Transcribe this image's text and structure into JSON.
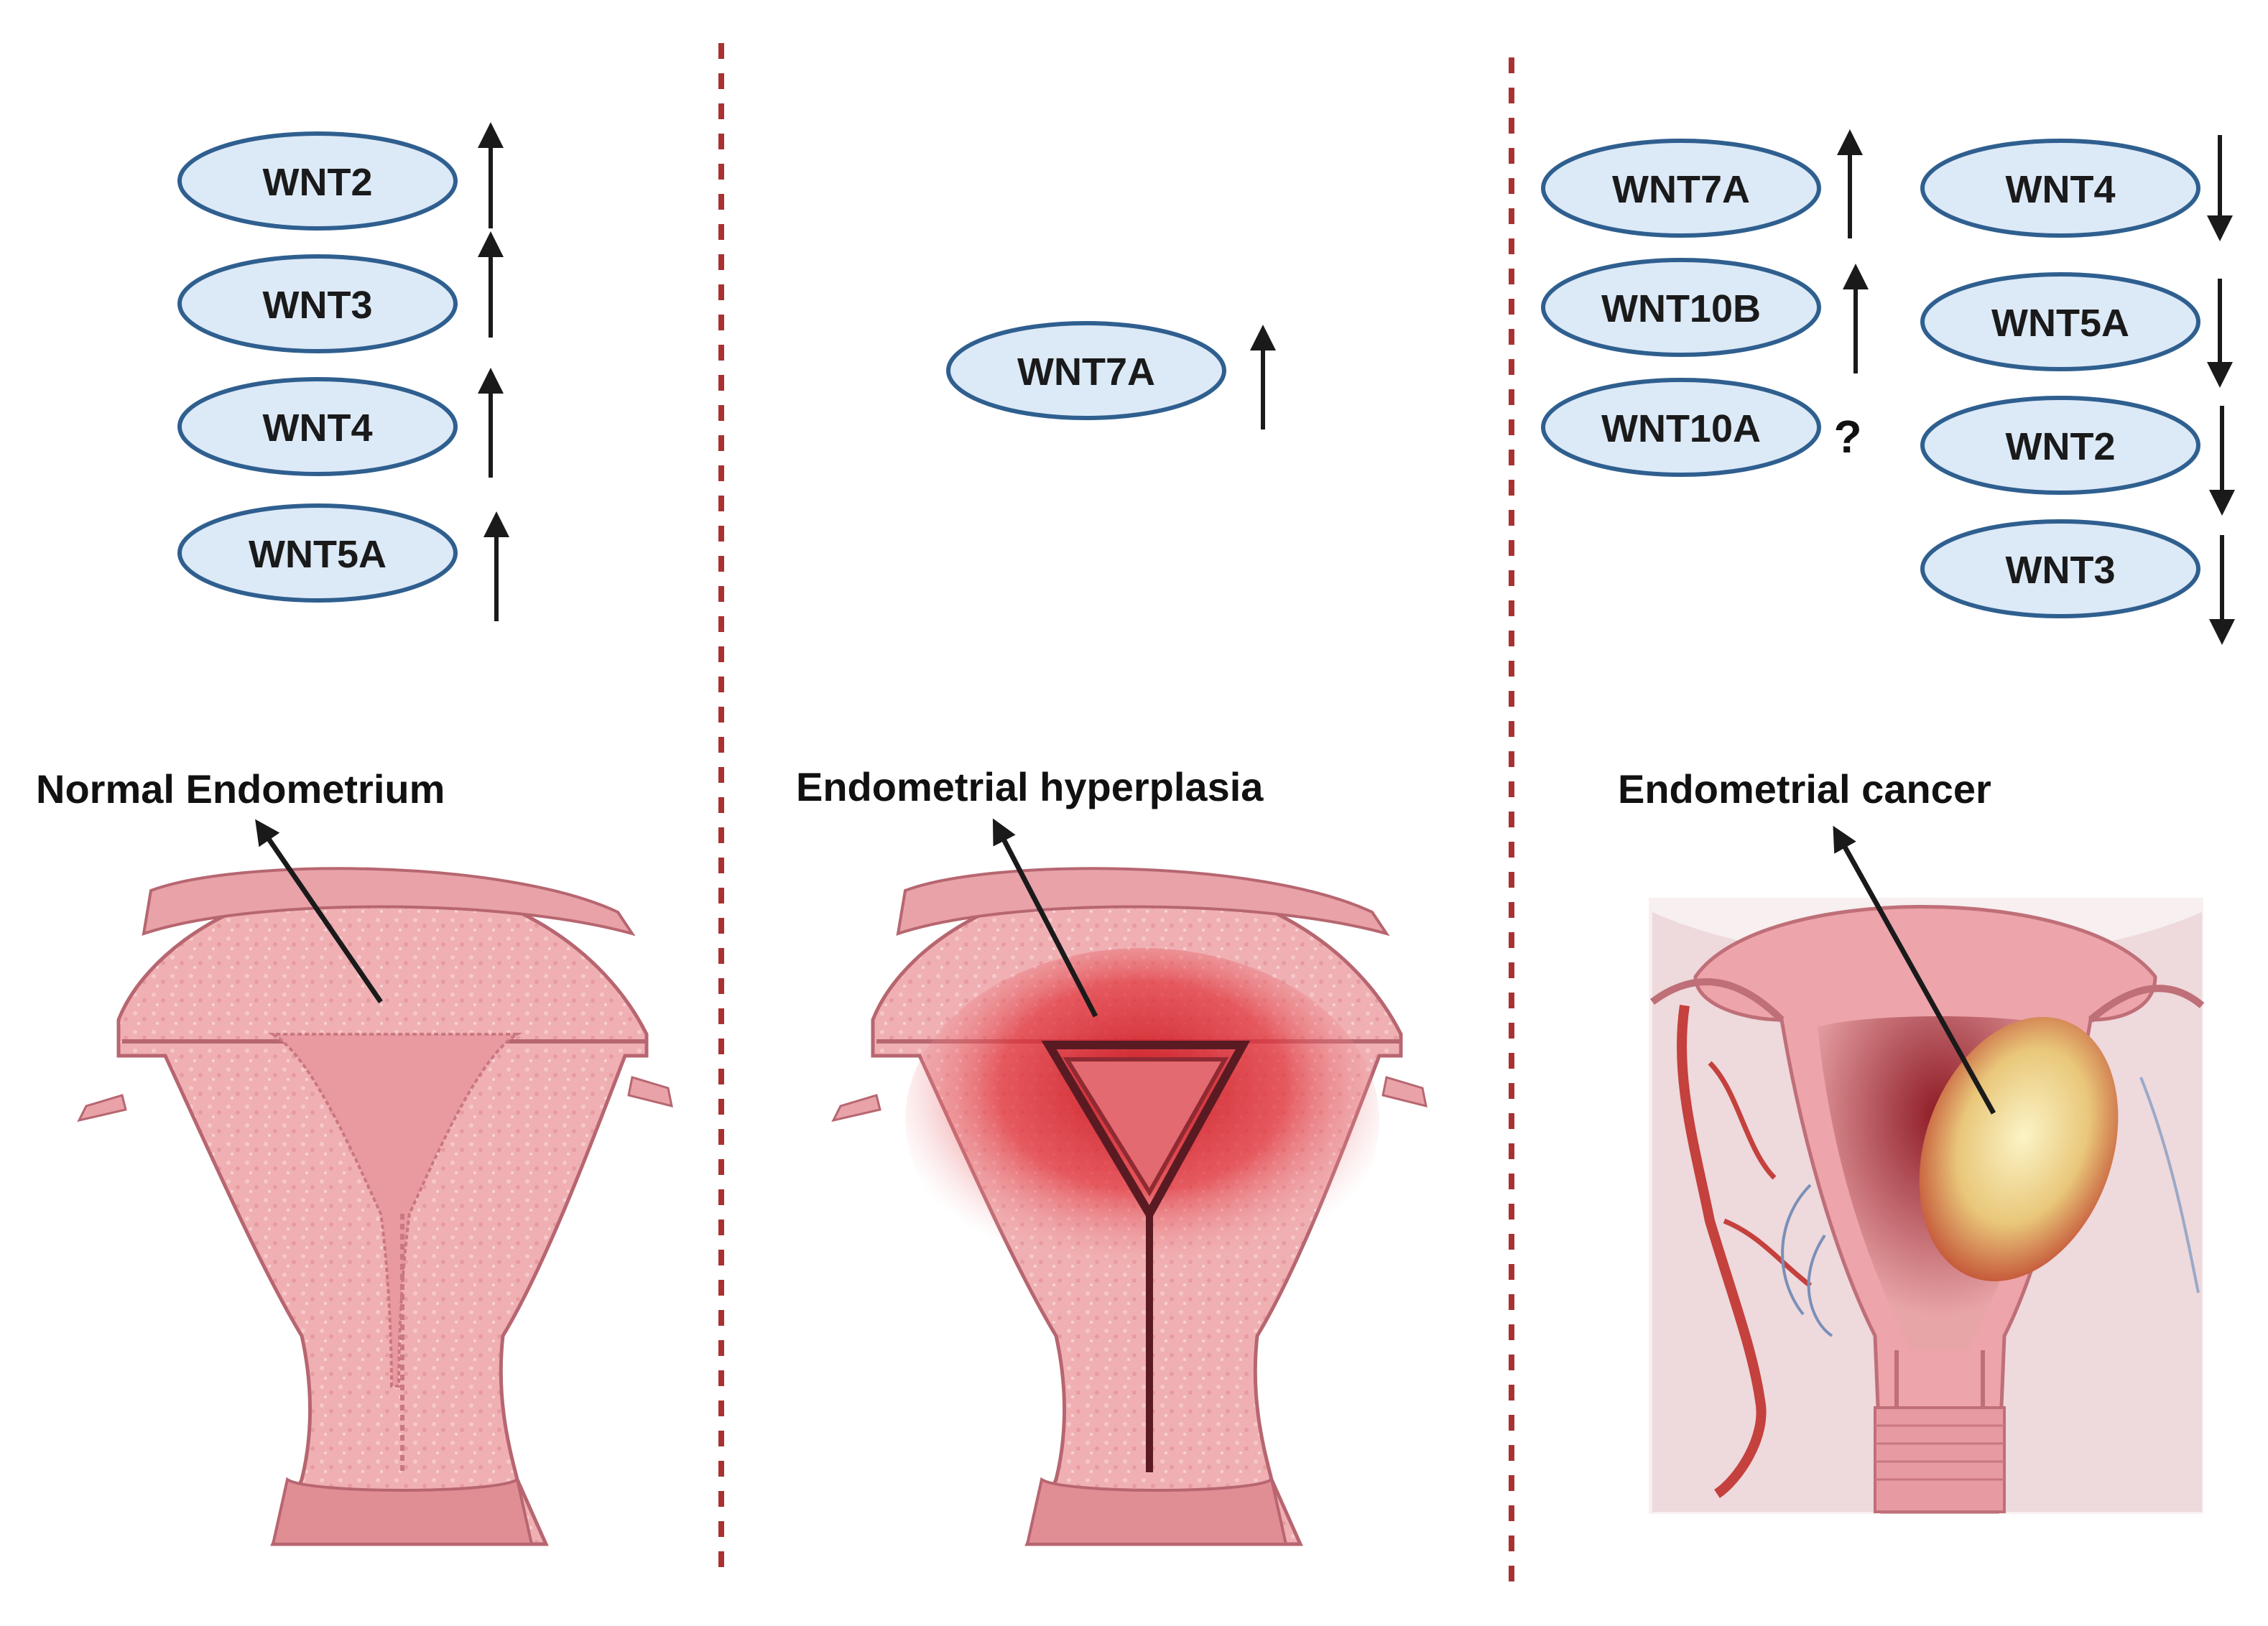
{
  "colors": {
    "pill_fill": "#dce9f7",
    "pill_stroke": "#2f5f8f",
    "divider": "#a83232",
    "tissue_light": "#f2b7b9",
    "tissue_mid": "#e79a9f",
    "tissue_dark": "#c9737d",
    "hyperplasia_red": "#d9222b",
    "tumor_yellow": "#f3e7a0",
    "vessel_red": "#c4413d"
  },
  "panels": [
    {
      "label": "Normal Endometrium",
      "genes": [
        {
          "name": "WNT2",
          "trend": "up"
        },
        {
          "name": "WNT3",
          "trend": "up"
        },
        {
          "name": "WNT4",
          "trend": "up"
        },
        {
          "name": "WNT5A",
          "trend": "up"
        }
      ]
    },
    {
      "label": "Endometrial hyperplasia",
      "genes": [
        {
          "name": "WNT7A",
          "trend": "up"
        }
      ]
    },
    {
      "label": "Endometrial cancer",
      "genes_left": [
        {
          "name": "WNT7A",
          "trend": "up"
        },
        {
          "name": "WNT10B",
          "trend": "up"
        },
        {
          "name": "WNT10A",
          "trend": "unknown",
          "marker": "?"
        }
      ],
      "genes_right": [
        {
          "name": "WNT4",
          "trend": "down"
        },
        {
          "name": "WNT5A",
          "trend": "down"
        },
        {
          "name": "WNT2",
          "trend": "down"
        },
        {
          "name": "WNT3",
          "trend": "down"
        }
      ]
    }
  ]
}
